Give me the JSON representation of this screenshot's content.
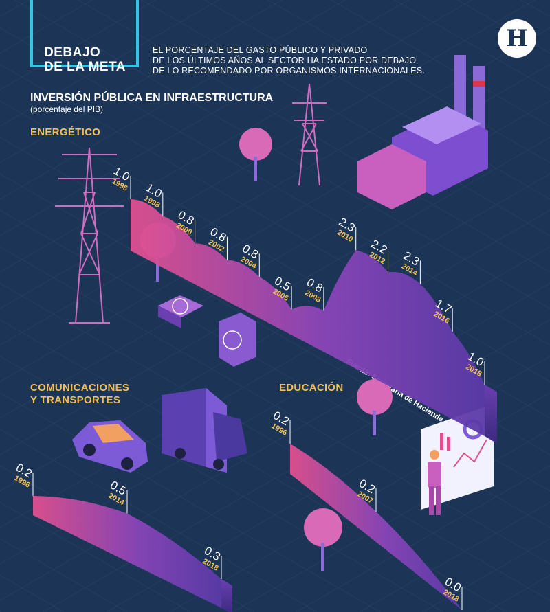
{
  "header": {
    "title": "DEBAJO\nDE LA META",
    "subtitle": "EL PORCENTAJE DEL GASTO PÚBLICO Y PRIVADO\nDE LOS ÚLTIMOS AÑOS AL SECTOR HA ESTADO POR DEBAJO\nDE LO RECOMENDADO POR ORGANISMOS INTERNACIONALES.",
    "logo": "H"
  },
  "main_title": "INVERSIÓN PÚBLICA EN INFRAESTRUCTURA",
  "main_unit": "(porcentaje del PIB)",
  "source": "Fuente: Secretaría de Hacienda.",
  "colors": {
    "background": "#1c3557",
    "accent_yellow": "#f2bf52",
    "accent_cyan": "#33c4e6",
    "area_pink": "#e0508f",
    "area_purple": "#6a3fb0"
  },
  "chart_data": [
    {
      "type": "area",
      "title": "ENERGÉTICO",
      "x": [
        "1996",
        "1998",
        "2000",
        "2002",
        "2004",
        "2006",
        "2008",
        "2010",
        "2012",
        "2014",
        "2016",
        "2018"
      ],
      "values": [
        1.0,
        1.0,
        0.8,
        0.8,
        0.8,
        0.5,
        0.8,
        2.3,
        2.2,
        2.3,
        1.7,
        1.0
      ],
      "labels": [
        "1.0",
        "1.0",
        "0.8",
        "0.8",
        "0.8",
        "0.5",
        "0.8",
        "2.3",
        "2.2",
        "2.3",
        "1.7",
        "1.0"
      ]
    },
    {
      "type": "area",
      "title": "COMUNICACIONES\nY TRANSPORTES",
      "x": [
        "1996",
        "2014",
        "2018"
      ],
      "values": [
        0.2,
        0.5,
        0.3
      ],
      "labels": [
        "0.2",
        "0.5",
        "0.3"
      ]
    },
    {
      "type": "area",
      "title": "EDUCACIÓN",
      "x": [
        "1996",
        "2007",
        "2018"
      ],
      "values": [
        0.2,
        0.2,
        0.0
      ],
      "labels": [
        "0.2",
        "0.2",
        "0.0"
      ]
    }
  ]
}
